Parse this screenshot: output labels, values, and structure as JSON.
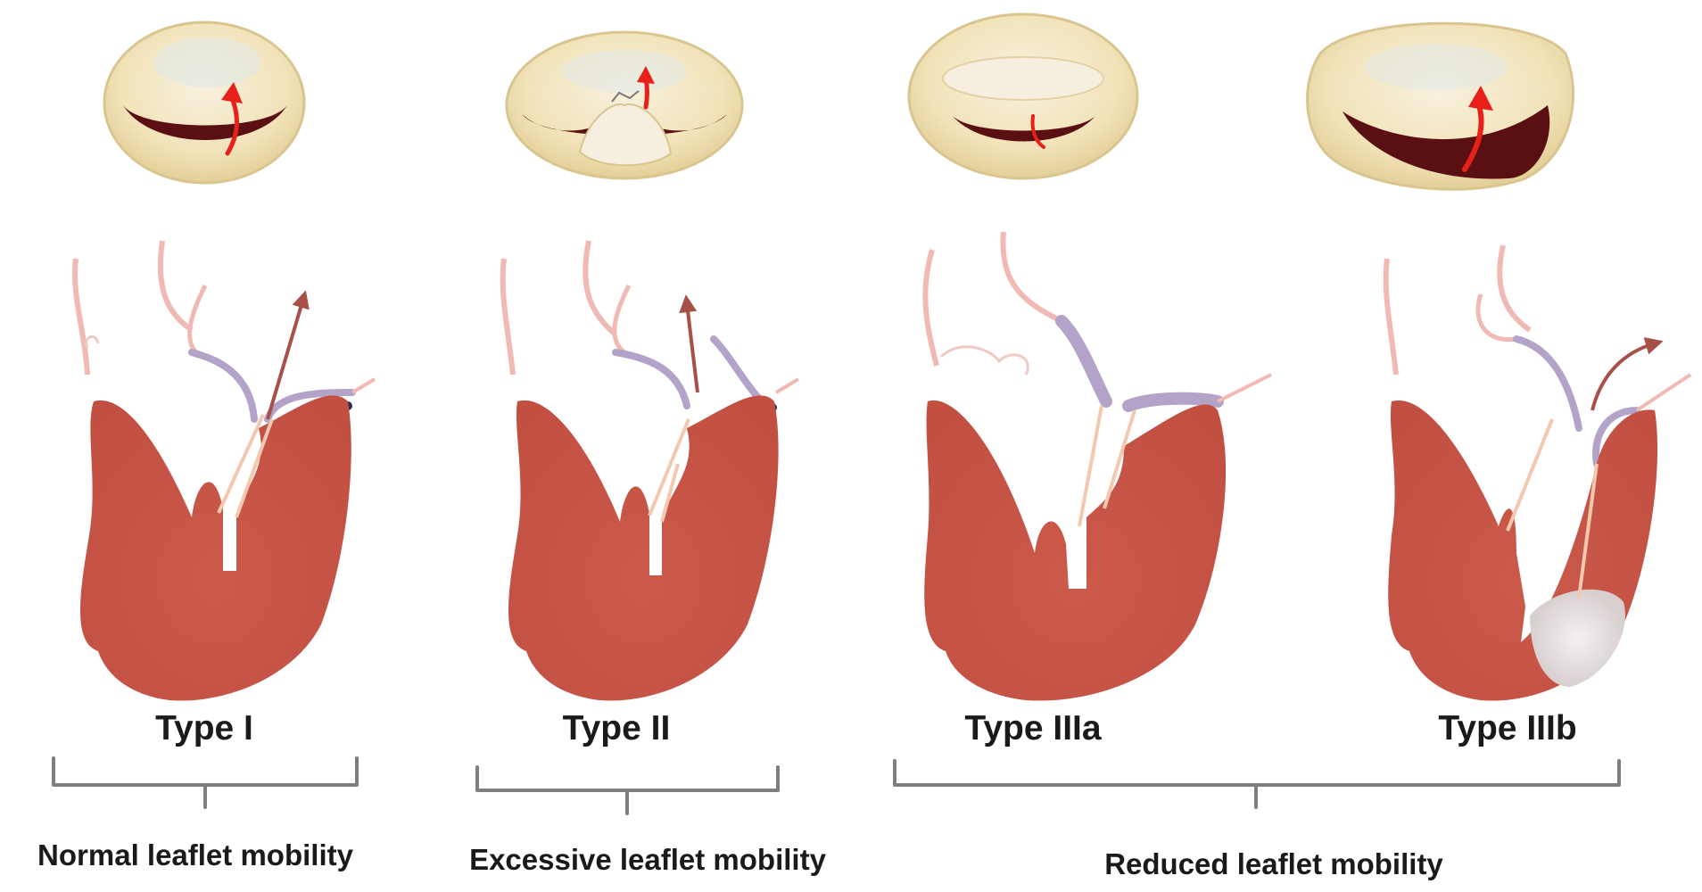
{
  "types": [
    {
      "key": "type-i",
      "label": "Type I"
    },
    {
      "key": "type-ii",
      "label": "Type II"
    },
    {
      "key": "type-iiia",
      "label": "Type IIIa"
    },
    {
      "key": "type-iiib",
      "label": "Type IIIb"
    }
  ],
  "groups": [
    {
      "key": "normal",
      "label": "Normal leaflet mobility"
    },
    {
      "key": "excessive",
      "label": "Excessive leaflet mobility"
    },
    {
      "key": "reduced",
      "label": "Reduced leaflet mobility"
    }
  ],
  "colors": {
    "myocardium": "#c8584a",
    "valve_ring": "#f3e4bd",
    "valve_ring_edge": "#d9c58f",
    "orifice": "#5a0f12",
    "arrow_red": "#e8201a",
    "arrow_brown": "#a65048",
    "leaflet": "#b3a3c9",
    "chord": "#f2c9ae",
    "vessel": "#f0b9b3",
    "bracket": "#7f7f7f"
  }
}
